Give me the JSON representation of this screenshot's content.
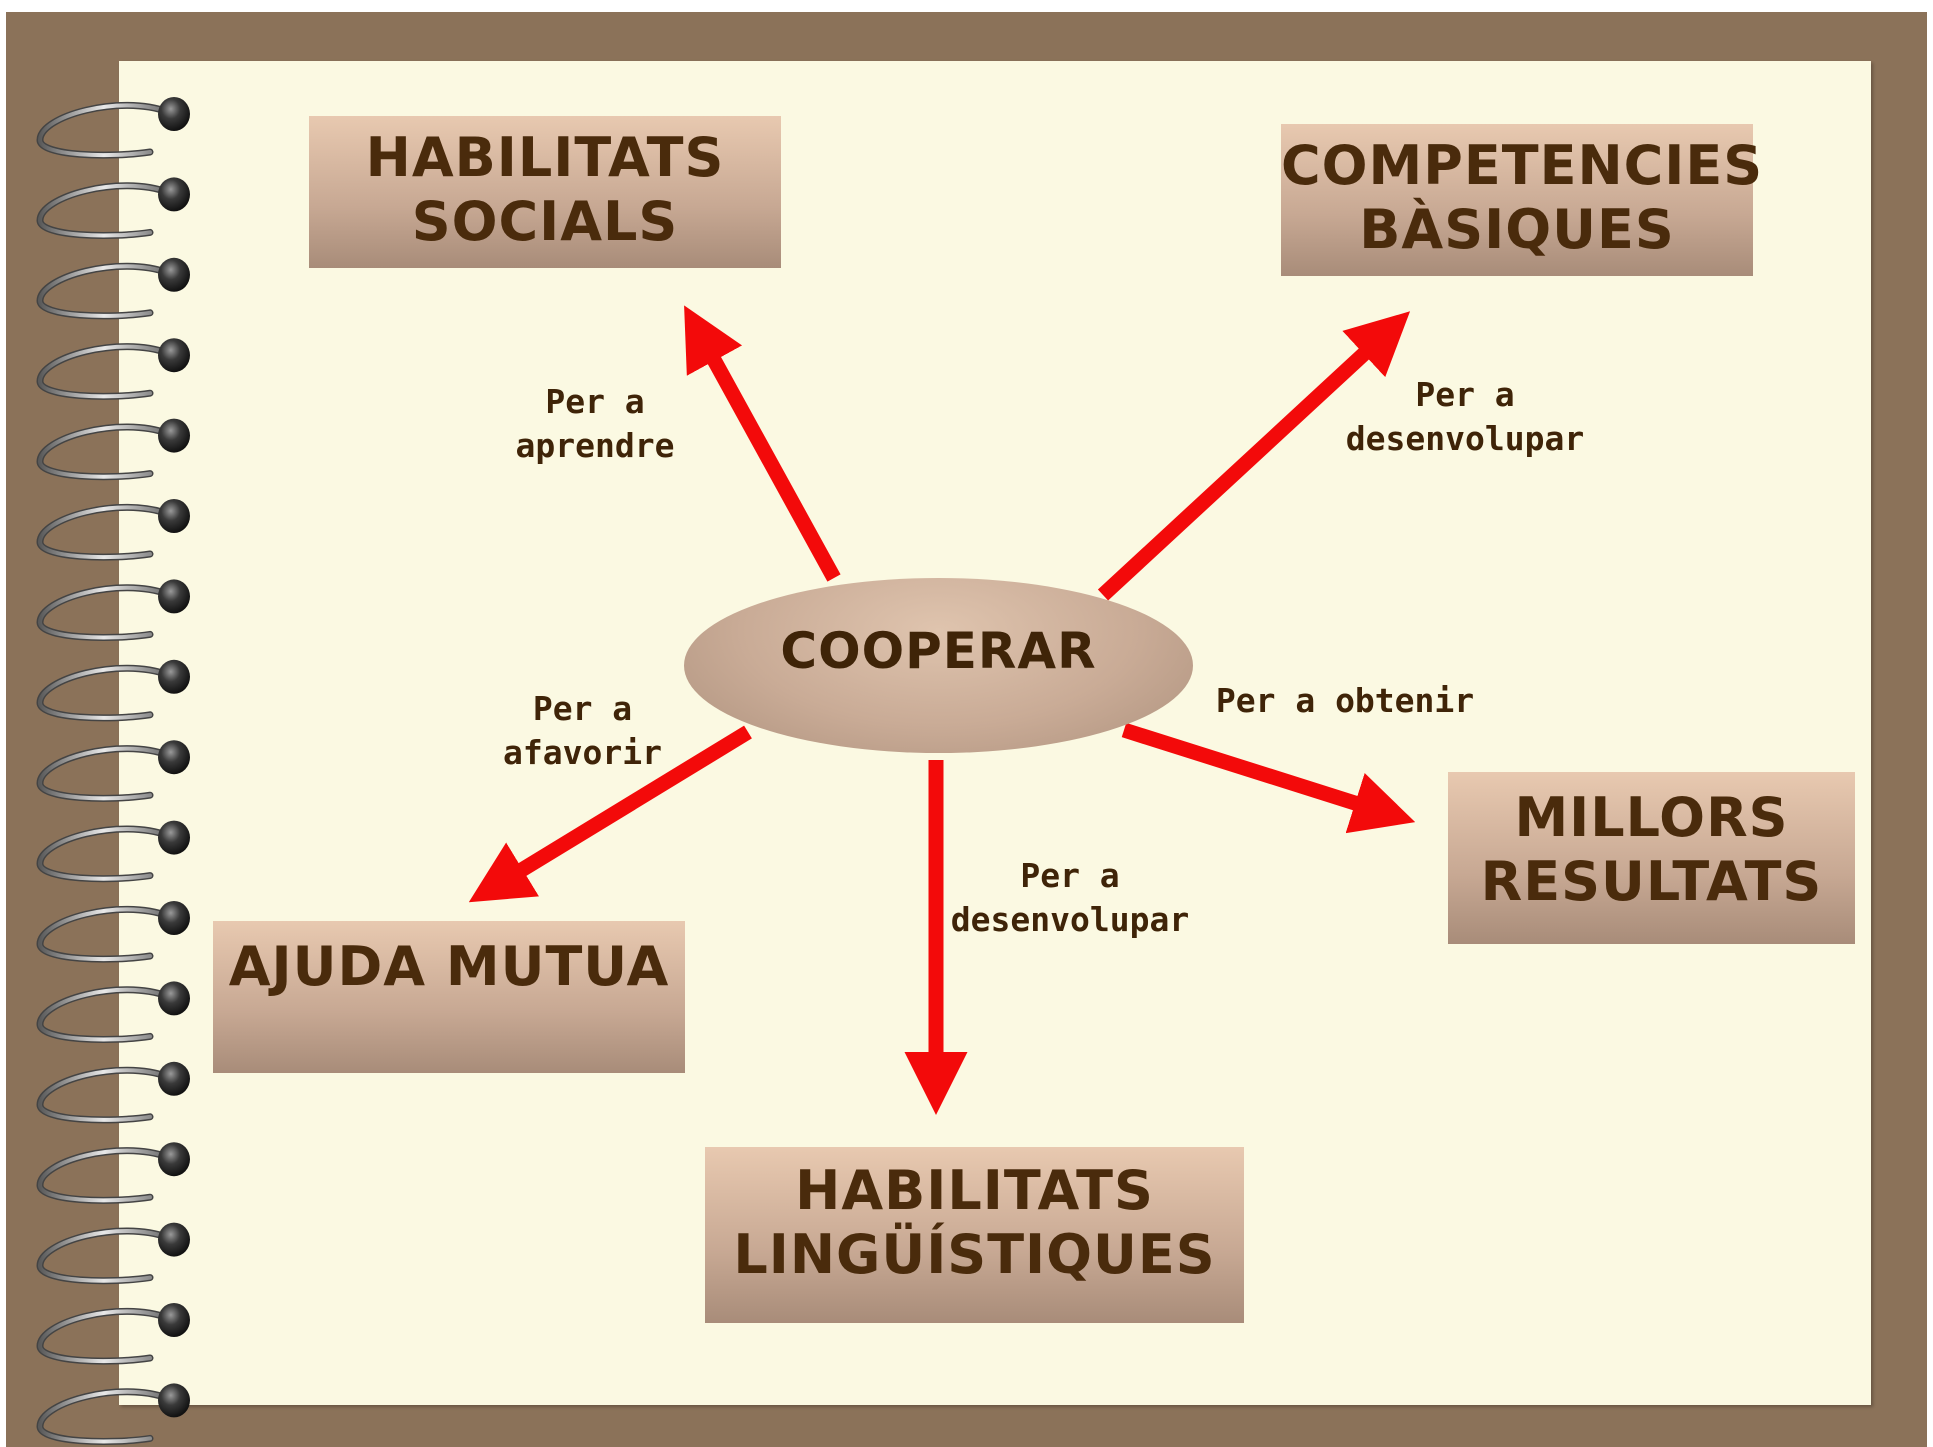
{
  "center": {
    "label": "COOPERAR"
  },
  "nodes": {
    "social_skills": {
      "line1": "HABILITATS",
      "line2": "SOCIALS"
    },
    "basic_competences": {
      "line1": "COMPETENCIES",
      "line2": "BÀSIQUES"
    },
    "mutual_help": {
      "line1": "AJUDA MUTUA"
    },
    "better_results": {
      "line1": "MILLORS",
      "line2": "RESULTATS"
    },
    "language_skills": {
      "line1": "HABILITATS",
      "line2": "LINGÜÍSTIQUES"
    }
  },
  "edge_labels": {
    "learn": {
      "line1": "Per a",
      "line2": "aprendre"
    },
    "develop_competences": {
      "line1": "Per a",
      "line2": "desenvolupar"
    },
    "obtain": {
      "line1": "Per a obtenir"
    },
    "foster": {
      "line1": "Per a",
      "line2": "afavorir"
    },
    "develop_language": {
      "line1": "Per a",
      "line2": "desenvolupar"
    }
  },
  "colors": {
    "arrow": "#f30a0a",
    "frame": "#8b7259",
    "paper": "#fbf9e2",
    "text": "#4a2b0c"
  }
}
